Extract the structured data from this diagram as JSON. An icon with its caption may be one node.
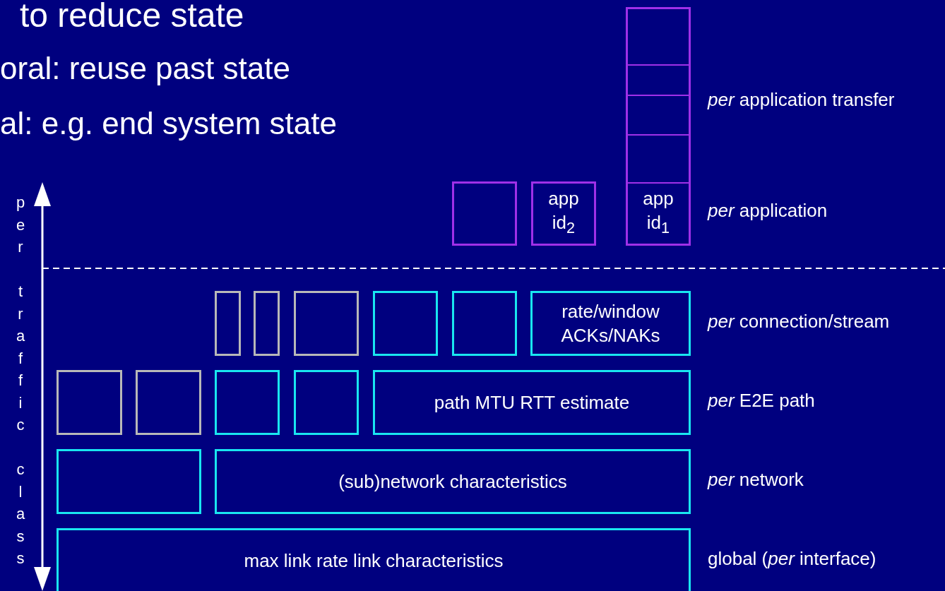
{
  "diagram": {
    "nodes": [
      {
        "text": [],
        "shape": "box"
      },
      {
        "text": [],
        "shape": "box",
        "in": 0
      },
      {
        "text": [],
        "shape": "box",
        "in": 0
      },
      {
        "text": [],
        "shape": "box",
        "in": 0
      },
      {
        "text": [],
        "shape": "box",
        "in": 0
      },
      {
        "text": [
          "app id$_{1}$"
        ],
        "in": 0
      },
      {
        "text": [],
        "shape": "box"
      },
      {
        "text": [
          "app id$_{2}$"
        ]
      },
      {
        "text": [],
        "shape": "box"
      },
      {
        "text": [],
        "shape": "box"
      },
      {
        "text": [],
        "shape": "box"
      },
      {
        "text": [],
        "shape": "box"
      },
      {
        "text": [],
        "shape": "box"
      },
      {
        "text": [
          "rate/window ACKs/NAKs"
        ]
      },
      {
        "text": [],
        "shape": "box"
      },
      {
        "text": [],
        "shape": "box"
      },
      {
        "text": [],
        "shape": "box"
      },
      {
        "text": [],
        "shape": "box"
      },
      {
        "text": [
          "path MTU RTT estimate"
        ]
      },
      {
        "text": [],
        "shape": "box"
      },
      {
        "text": [
          "(sub)network characteristics"
        ]
      },
      {
        "text": [
          "max link rate link characteristics"
        ]
      }
    ],
    "labels": [
      "to reduce state",
      "oral: reuse past state",
      "al: e.g. end system state",
      "per traffic class",
      "*per* application transfer",
      "*per* application",
      "*per* connection/stream",
      "*per* E2E path",
      "*per* network",
      "global (*per* interface)"
    ]
  }
}
